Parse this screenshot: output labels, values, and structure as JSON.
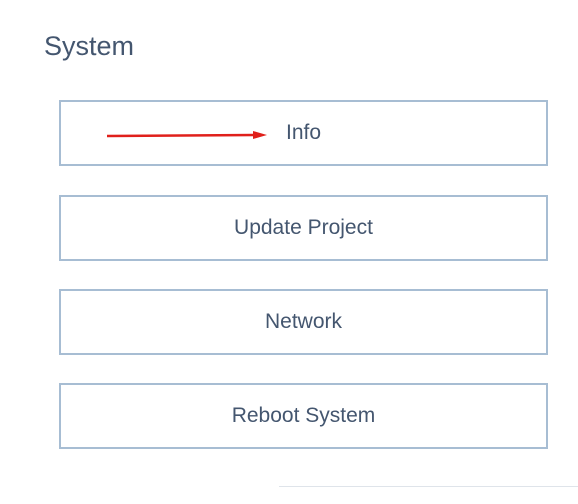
{
  "page": {
    "title": "System"
  },
  "menu": {
    "items": [
      {
        "label": "Info"
      },
      {
        "label": "Update Project"
      },
      {
        "label": "Network"
      },
      {
        "label": "Reboot System"
      }
    ]
  },
  "annotation": {
    "icon": "red-arrow-icon",
    "color": "#e0201b"
  },
  "colors": {
    "text": "#44566f",
    "border": "#a7bdd3",
    "background": "#ffffff"
  }
}
